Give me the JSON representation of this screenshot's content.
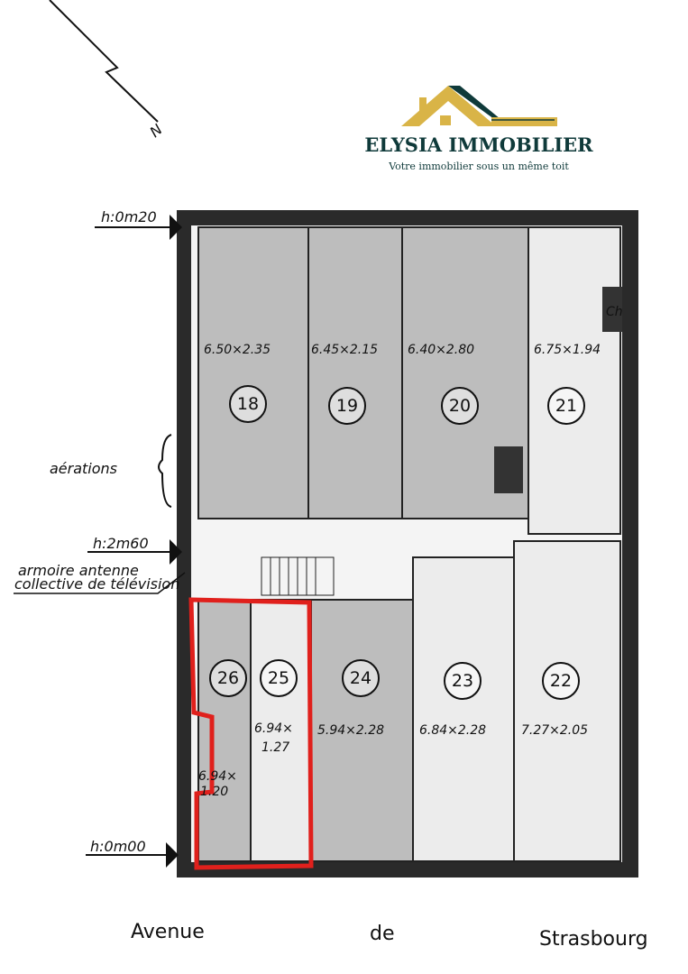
{
  "logo": {
    "brand": "ELYSIA IMMOBILIER",
    "tagline": "Votre immobilier sous un même toit",
    "colors": {
      "gold": "#d9b447",
      "teal": "#0f3a3a"
    }
  },
  "north_label": "N",
  "levels": {
    "top": "h:0m20",
    "middle": "h:2m60",
    "bottom": "h:0m00"
  },
  "annotations": {
    "aerations": "aérations",
    "antenna_line1": "armoire antenne",
    "antenna_line2": "collective de télévision",
    "chimney": "Ch"
  },
  "rooms": [
    {
      "number": "18",
      "dims": "6.50×2.35"
    },
    {
      "number": "19",
      "dims": "6.45×2.15"
    },
    {
      "number": "20",
      "dims": "6.40×2.80"
    },
    {
      "number": "21",
      "dims": "6.75×1.94"
    },
    {
      "number": "22",
      "dims": "7.27×2.05"
    },
    {
      "number": "23",
      "dims": "6.84×2.28"
    },
    {
      "number": "24",
      "dims": "5.94×2.28"
    },
    {
      "number": "25",
      "dims_line1": "6.94×",
      "dims_line2": "1.27"
    },
    {
      "number": "26",
      "dims_line1": "6.94×",
      "dims_line2": "1.20"
    }
  ],
  "highlight_color": "#e0201c",
  "street": {
    "word1": "Avenue",
    "word2": "de",
    "word3": "Strasbourg"
  }
}
